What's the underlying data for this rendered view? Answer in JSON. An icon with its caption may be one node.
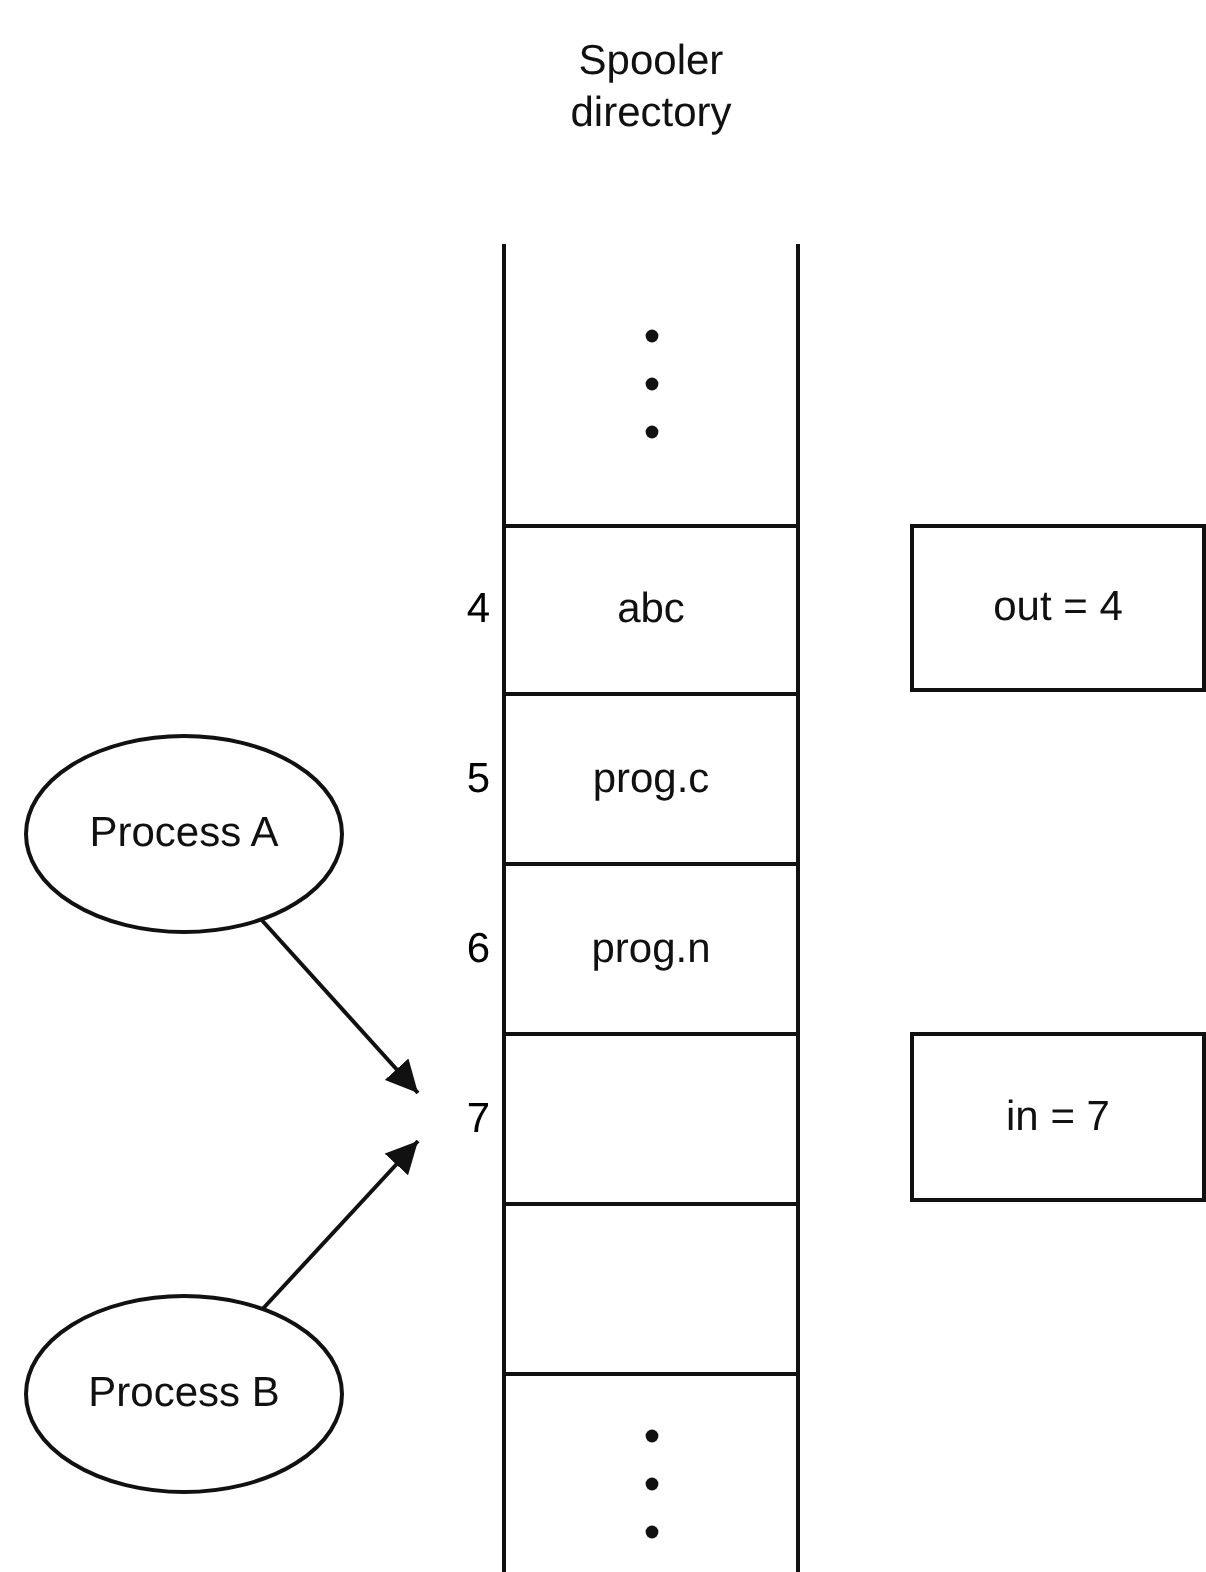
{
  "diagram": {
    "nodes": [
      {
        "text": [
          "Spooler directory"
        ]
      },
      {
        "text": [],
        "shape": "box",
        "in": 0
      },
      {
        "text": [
          "abc"
        ],
        "in": 0,
        "beside": [
          "4"
        ]
      },
      {
        "text": [
          "prog.c"
        ],
        "in": 0,
        "beside": [
          "5"
        ]
      },
      {
        "text": [
          "prog.n"
        ],
        "in": 0,
        "beside": [
          "6"
        ]
      },
      {
        "text": [],
        "shape": "box",
        "in": 0,
        "beside": [
          "7"
        ]
      },
      {
        "text": [],
        "shape": "box",
        "in": 0
      },
      {
        "text": [],
        "shape": "box",
        "in": 0
      },
      {
        "text": [
          "out = 4"
        ]
      },
      {
        "text": [
          "in = 7"
        ]
      },
      {
        "text": [
          "Process A"
        ]
      },
      {
        "text": [
          "Process B"
        ]
      }
    ],
    "edges": [
      {
        "from": 10,
        "to": 5,
        "arrow": "to"
      },
      {
        "from": 11,
        "to": 5,
        "arrow": "to"
      }
    ]
  }
}
